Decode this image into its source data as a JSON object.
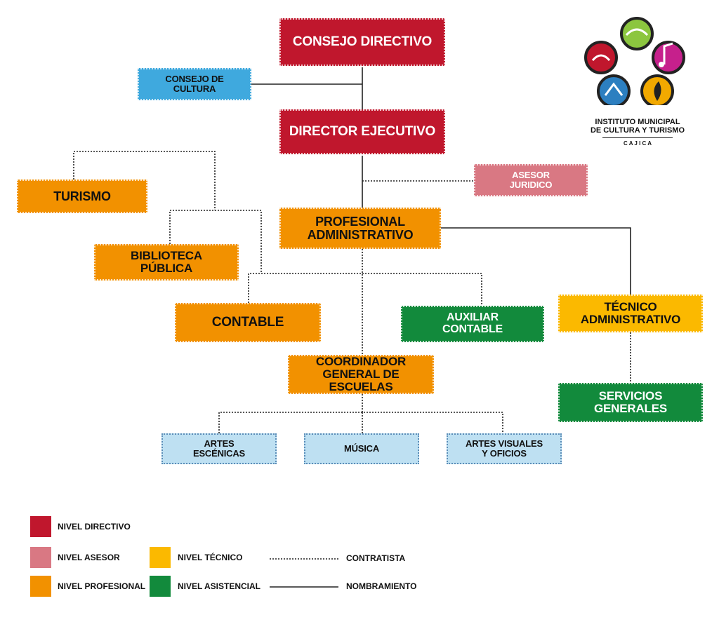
{
  "colors": {
    "directivo": "#C0172D",
    "asesor": "#D97883",
    "profesional": "#F29100",
    "tecnico": "#FBB900",
    "asistencial": "#128A3C",
    "cultura": "#3FA9DE",
    "escuelas": "#BEE0F2"
  },
  "nodes": {
    "consejo_directivo": "CONSEJO DIRECTIVO",
    "consejo_cultura": "CONSEJO DE\nCULTURA",
    "director_ejecutivo": "DIRECTOR EJECUTIVO",
    "asesor_juridico": "ASESOR\nJURIDICO",
    "turismo": "TURISMO",
    "biblioteca": "BIBLIOTECA\nPÚBLICA",
    "profesional_admin": "PROFESIONAL\nADMINISTRATIVO",
    "contable": "CONTABLE",
    "auxiliar_contable": "AUXILIAR\nCONTABLE",
    "tecnico_admin": "TÉCNICO\nADMINISTRATIVO",
    "coordinador": "COORDINADOR\nGENERAL DE ESCUELAS",
    "servicios_generales": "SERVICIOS\nGENERALES",
    "artes_escenicas": "ARTES\nESCÉNICAS",
    "musica": "MÚSICA",
    "artes_visuales": "ARTES VISUALES\nY OFICIOS"
  },
  "logo": {
    "line1": "INSTITUTO MUNICIPAL",
    "line2": "DE CULTURA Y TURISMO",
    "town": "C A J I C A"
  },
  "legend": {
    "directivo": "NIVEL DIRECTIVO",
    "asesor": "NIVEL ASESOR",
    "profesional": "NIVEL PROFESIONAL",
    "tecnico": "NIVEL TÉCNICO",
    "asistencial": "NIVEL ASISTENCIAL",
    "contratista": "CONTRATISTA",
    "nombramiento": "NOMBRAMIENTO"
  }
}
